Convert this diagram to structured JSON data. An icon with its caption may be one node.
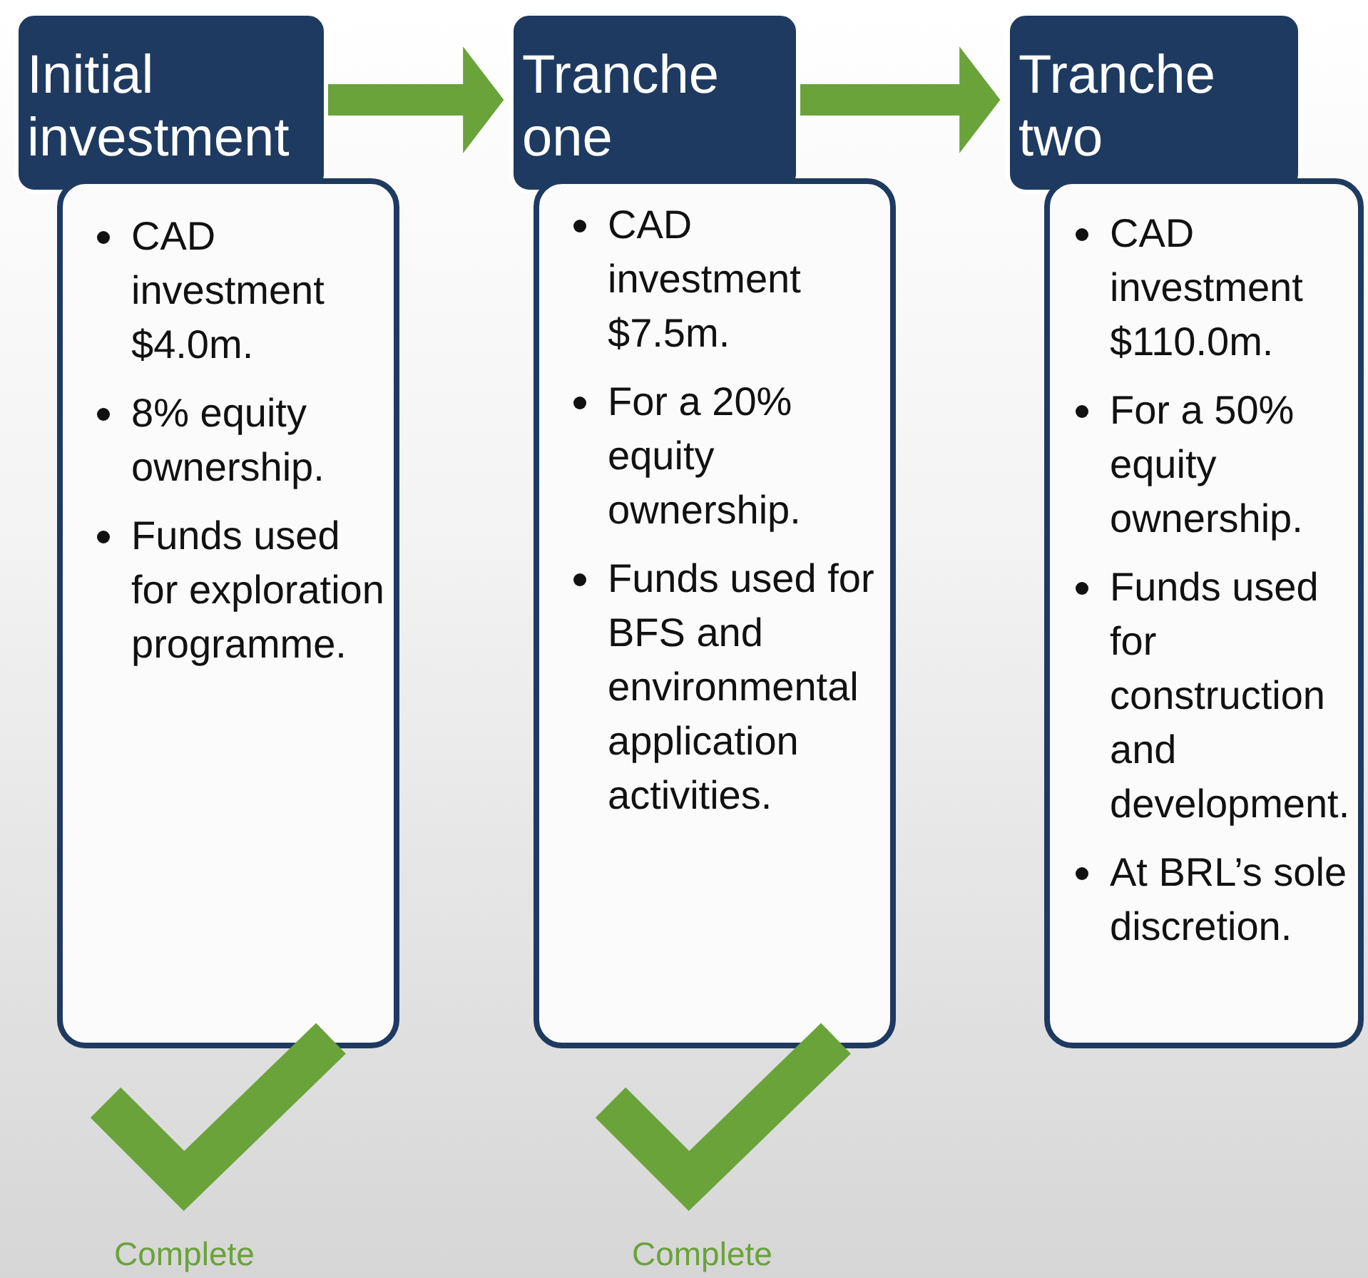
{
  "diagram": {
    "nodes": [
      {
        "text": [
          "Initial investment"
        ]
      },
      {
        "text": [
          "CAD investment $4.0m.",
          "8% equity ownership.",
          "Funds used for exploration programme."
        ]
      },
      {
        "text": [
          "Tranche one"
        ]
      },
      {
        "text": [
          "CAD investment $7.5m.",
          "For a 20% equity ownership.",
          "Funds used for BFS and environmental application activities."
        ]
      },
      {
        "text": [
          "Tranche two"
        ]
      },
      {
        "text": [
          "CAD investment $110.0m.",
          "For a 50% equity ownership.",
          "Funds used for construction and development.",
          "At BRL’s sole discretion."
        ]
      }
    ],
    "edges": [
      {
        "from": 0,
        "to": 2,
        "arrow": "to"
      },
      {
        "from": 2,
        "to": 4,
        "arrow": "to"
      }
    ],
    "labels": [
      "Complete",
      "Complete"
    ]
  }
}
